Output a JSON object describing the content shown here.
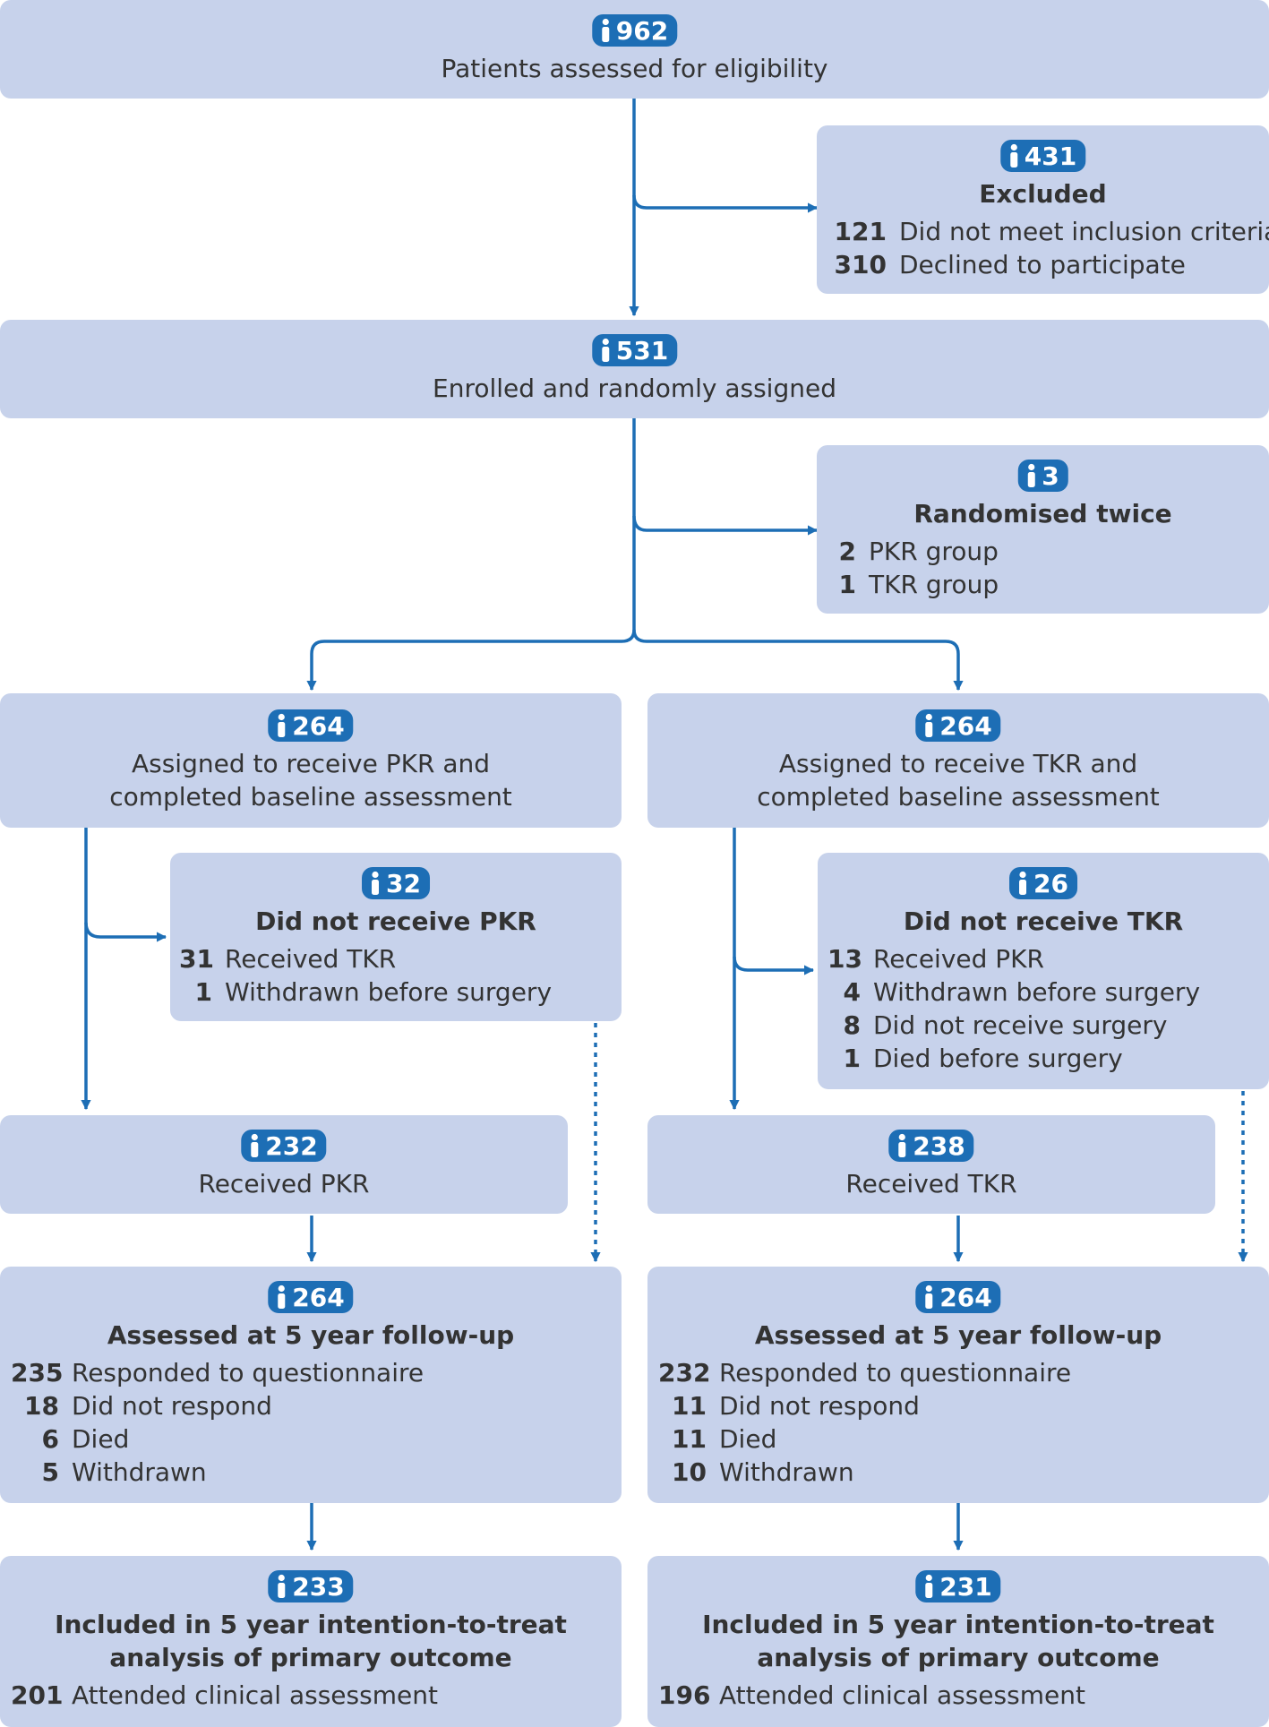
{
  "boxes": {
    "assessed": {
      "count": "962",
      "title": "Patients assessed for eligibility"
    },
    "excluded": {
      "count": "431",
      "title": "Excluded",
      "items": [
        {
          "num": "121",
          "label": "Did not meet inclusion criteria"
        },
        {
          "num": "310",
          "label": "Declined to participate"
        }
      ]
    },
    "enrolled": {
      "count": "531",
      "title": "Enrolled and randomly assigned"
    },
    "twice": {
      "count": "3",
      "title": "Randomised twice",
      "items": [
        {
          "num": "2",
          "label": "PKR group"
        },
        {
          "num": "1",
          "label": "TKR group"
        }
      ]
    },
    "pkr_assigned": {
      "count": "264",
      "line1": "Assigned to receive PKR and",
      "line2": "completed baseline assessment"
    },
    "tkr_assigned": {
      "count": "264",
      "line1": "Assigned to receive TKR and",
      "line2": "completed baseline assessment"
    },
    "pkr_not": {
      "count": "32",
      "title": "Did not receive PKR",
      "items": [
        {
          "num": "31",
          "label": "Received TKR"
        },
        {
          "num": "1",
          "label": "Withdrawn before surgery"
        }
      ]
    },
    "tkr_not": {
      "count": "26",
      "title": "Did not receive TKR",
      "items": [
        {
          "num": "13",
          "label": "Received PKR"
        },
        {
          "num": "4",
          "label": "Withdrawn before surgery"
        },
        {
          "num": "8",
          "label": "Did not receive surgery"
        },
        {
          "num": "1",
          "label": "Died before surgery"
        }
      ]
    },
    "pkr_received": {
      "count": "232",
      "title": "Received PKR"
    },
    "tkr_received": {
      "count": "238",
      "title": "Received TKR"
    },
    "pkr_followup": {
      "count": "264",
      "title": "Assessed at 5 year follow-up",
      "items": [
        {
          "num": "235",
          "label": "Responded to questionnaire"
        },
        {
          "num": "18",
          "label": "Did not respond"
        },
        {
          "num": "6",
          "label": "Died"
        },
        {
          "num": "5",
          "label": "Withdrawn"
        }
      ]
    },
    "tkr_followup": {
      "count": "264",
      "title": "Assessed at 5 year follow-up",
      "items": [
        {
          "num": "232",
          "label": "Responded to questionnaire"
        },
        {
          "num": "11",
          "label": "Did not respond"
        },
        {
          "num": "11",
          "label": "Died"
        },
        {
          "num": "10",
          "label": "Withdrawn"
        }
      ]
    },
    "pkr_itt": {
      "count": "233",
      "line1": "Included in 5 year intention-to-treat",
      "line2": "analysis of primary outcome",
      "items": [
        {
          "num": "201",
          "label": "Attended clinical assessment"
        }
      ]
    },
    "tkr_itt": {
      "count": "231",
      "line1": "Included in 5 year intention-to-treat",
      "line2": "analysis of primary outcome",
      "items": [
        {
          "num": "196",
          "label": "Attended clinical assessment"
        }
      ]
    }
  },
  "colors": {
    "box": "#c7d2eb",
    "badge": "#1d6eb5",
    "arrow": "#1d6eb5",
    "text": "#333333"
  }
}
